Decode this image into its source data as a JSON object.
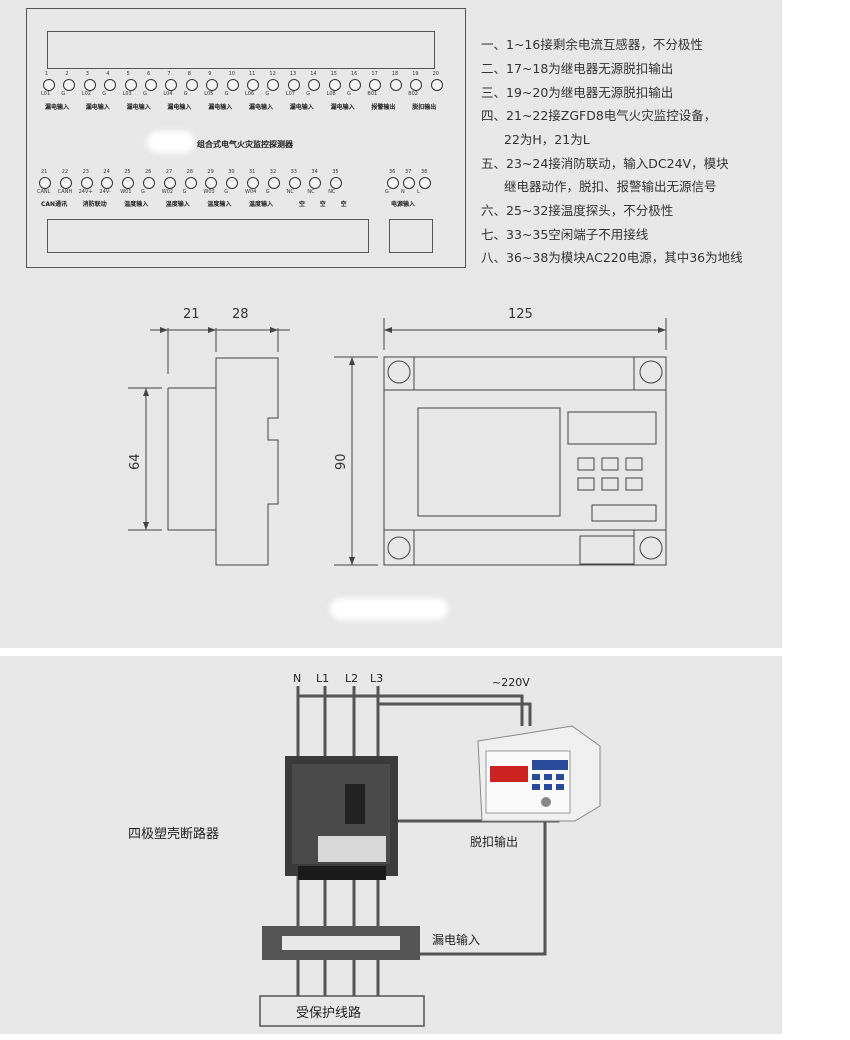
{
  "notes": [
    "一、1~16接剩余电流互感器，不分极性",
    "二、17~18为继电器无源脱扣输出",
    "三、19~20为继电器无源脱扣输出",
    "四、21~22接ZGFD8电气火灾监控设备，",
    "22为H，21为L",
    "五、23~24接消防联动，输入DC24V，模块",
    "继电器动作，脱扣、报警输出无源信号",
    "六、25~32接温度探头，不分极性",
    "七、33~35空闲端子不用接线",
    "八、36~38为模块AC220电源，其中36为地线"
  ],
  "terminal_panel": {
    "title": "组合式电气火灾监控探测器",
    "top_numbers": [
      "1",
      "2",
      "3",
      "4",
      "5",
      "6",
      "7",
      "8",
      "9",
      "10",
      "11",
      "12",
      "13",
      "14",
      "15",
      "16",
      "17",
      "18",
      "19",
      "20"
    ],
    "top_subs": [
      "L01",
      "G",
      "L02",
      "G",
      "L03",
      "G",
      "L04",
      "G",
      "L05",
      "G",
      "L06",
      "G",
      "L07",
      "G",
      "L08",
      "G",
      "B01",
      "",
      "B02",
      ""
    ],
    "top_groups": [
      "漏电输入",
      "漏电输入",
      "漏电输入",
      "漏电输入",
      "漏电输入",
      "漏电输入",
      "漏电输入",
      "漏电输入",
      "报警输出",
      "脱扣输出"
    ],
    "bottom_numbers": [
      "21",
      "22",
      "23",
      "24",
      "25",
      "26",
      "27",
      "28",
      "29",
      "30",
      "31",
      "32",
      "33",
      "34",
      "35"
    ],
    "bottom_subs": [
      "CANL",
      "CANH",
      "24V+",
      "24V-",
      "W01",
      "G",
      "W02",
      "G",
      "W03",
      "G",
      "W04",
      "G",
      "NC",
      "NC",
      "NC"
    ],
    "bottom_groups": [
      "CAN通讯",
      "消防联动",
      "温度输入",
      "温度输入",
      "温度输入",
      "温度输入",
      "空",
      "空",
      "空"
    ],
    "power_numbers": [
      "36",
      "37",
      "38"
    ],
    "power_subs": [
      "G",
      "N",
      "L"
    ],
    "power_group": "电源输入"
  },
  "dimensions": {
    "side_width_a": "21",
    "side_width_b": "28",
    "side_height": "64",
    "front_width": "125",
    "front_height": "90"
  },
  "wiring": {
    "phases": [
      "N",
      "L1",
      "L2",
      "L3"
    ],
    "supply": "~220V",
    "breaker_label": "四极塑壳断路器",
    "trip_output": "脱扣输出",
    "leakage_input": "漏电输入",
    "protected_line": "受保护线路"
  },
  "colors": {
    "panel_bg": "#e8e8e8",
    "line": "#333333",
    "device_screen": "#cc2222"
  }
}
